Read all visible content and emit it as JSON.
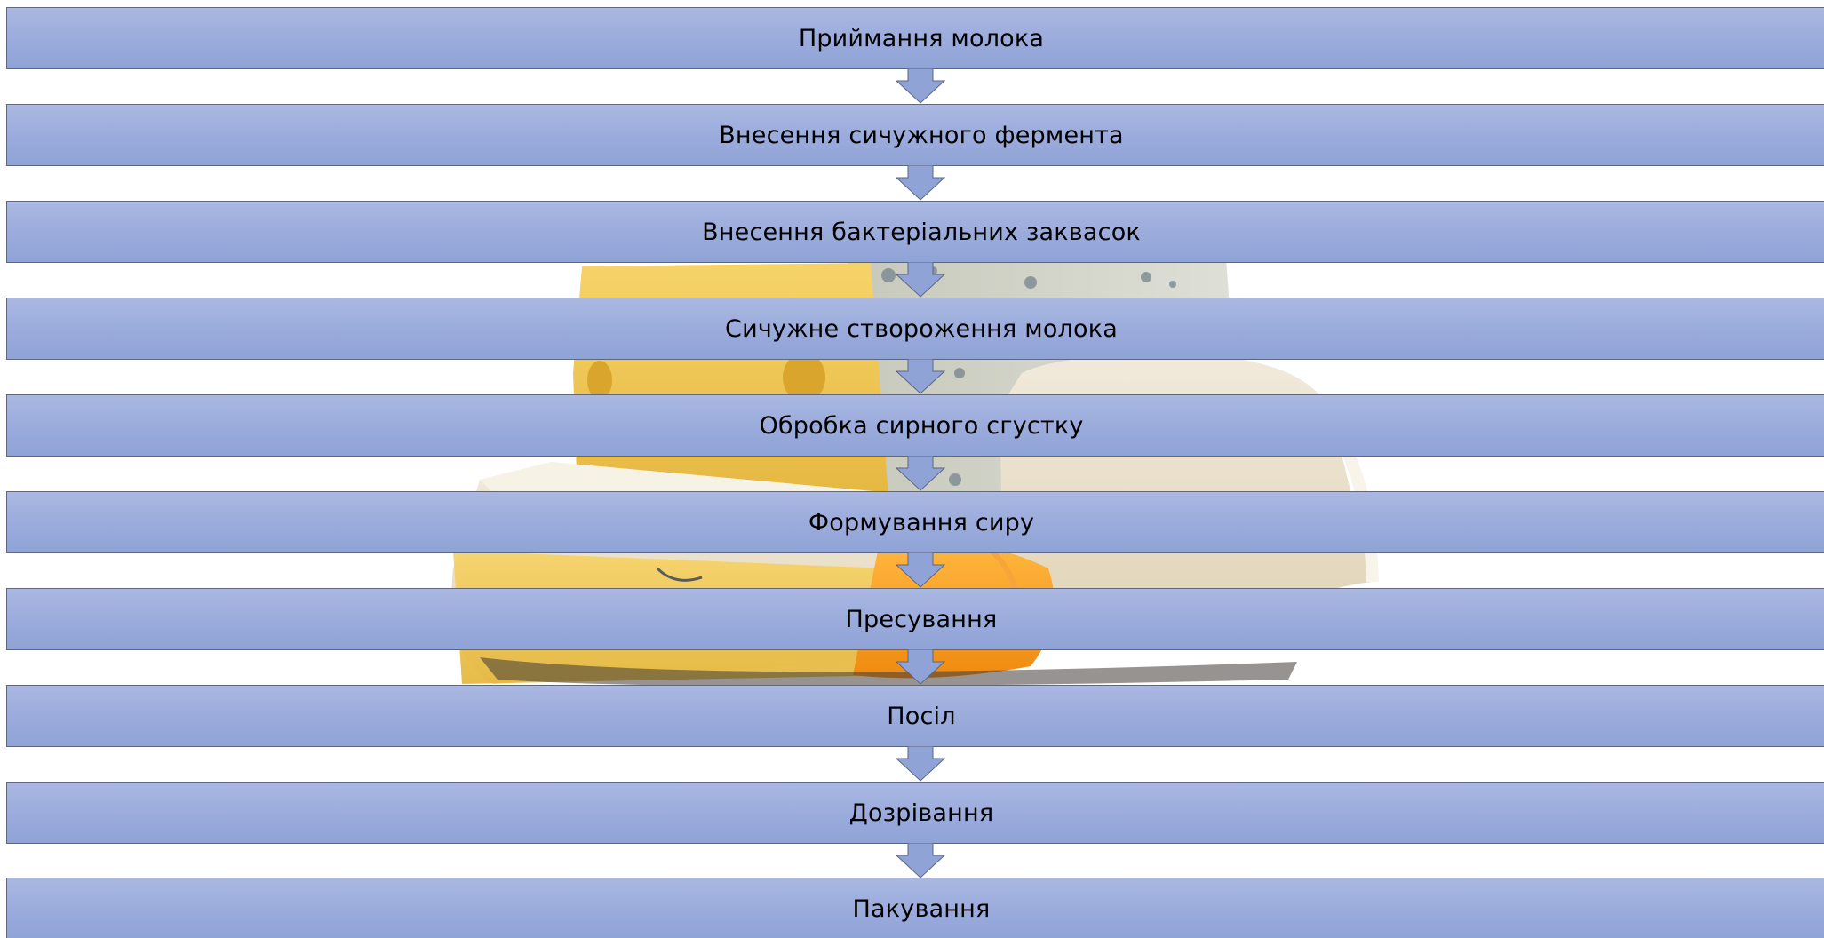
{
  "steps": [
    {
      "label": "Приймання молока"
    },
    {
      "label": "Внесення сичужного фермента"
    },
    {
      "label": "Внесення бактеріальних заквасок"
    },
    {
      "label": "Сичужне створоження молока"
    },
    {
      "label": "Обробка сирного сгустку"
    },
    {
      "label": "Формування сиру"
    },
    {
      "label": "Пресування"
    },
    {
      "label": "Посіл"
    },
    {
      "label": "Дозрівання"
    },
    {
      "label": "Пакування"
    }
  ],
  "colors": {
    "step_fill": "#9eaedd",
    "step_border": "#5e6680",
    "arrow_fill": "#8fa3d6"
  },
  "background_image": "cheese-assortment-photo"
}
